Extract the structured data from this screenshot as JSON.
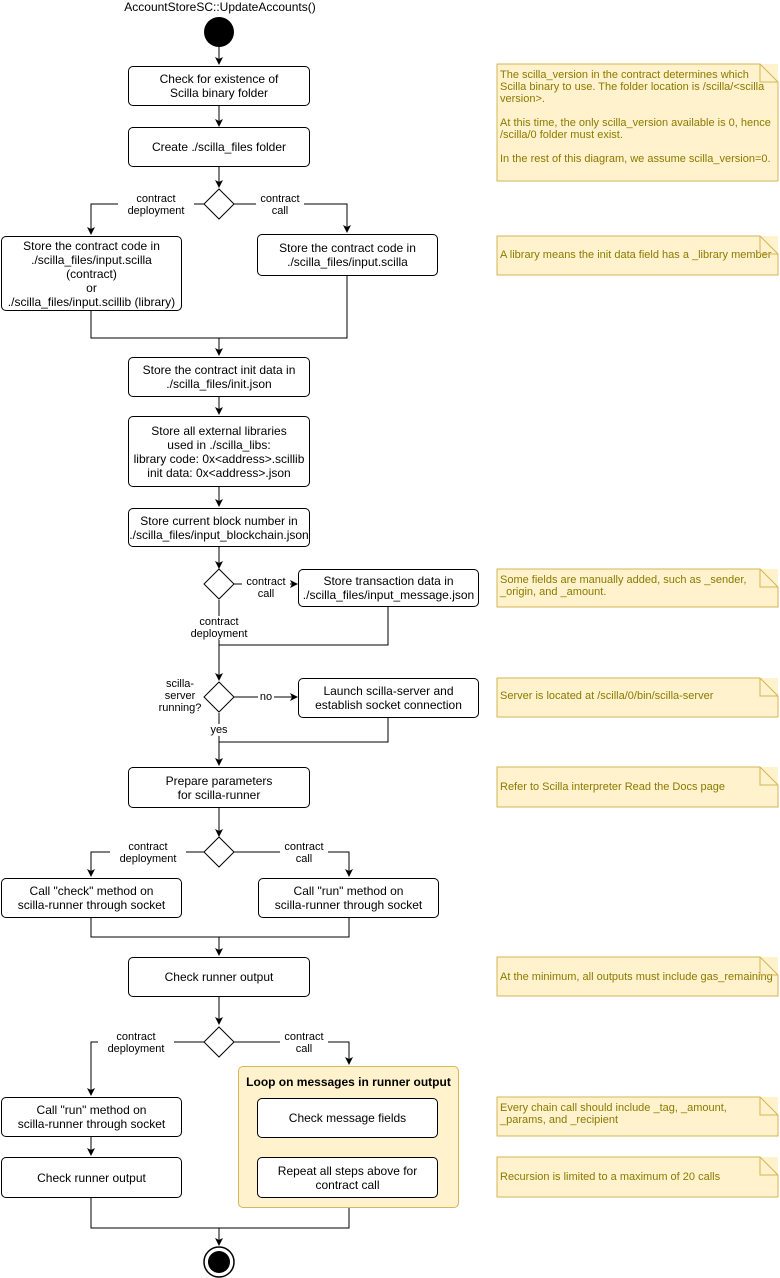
{
  "title": "AccountStoreSC::UpdateAccounts()",
  "steps": {
    "check_folder": "Check for existence of Scilla binary folder",
    "create_folder": "Create ./scilla_files folder",
    "store_code_deploy": "Store the contract code in\n./scilla_files/input.scilla (contract)\nor\n./scilla_files/input.scillib (library)",
    "store_code_call": "Store the contract code in\n./scilla_files/input.scilla",
    "store_init": "Store the contract init data in\n./scilla_files/init.json",
    "store_libs": "Store all external libraries\nused in ./scilla_libs:\nlibrary code: 0x<address>.scillib\ninit data: 0x<address>.json",
    "store_block": "Store current block number in\n./scilla_files/input_blockchain.json",
    "store_tx": "Store transaction data in\n./scilla_files/input_message.json",
    "launch_server": "Launch scilla-server and\nestablish socket connection",
    "prepare_params": "Prepare parameters\nfor scilla-runner",
    "call_check": "Call \"check\" method on\nscilla-runner through socket",
    "call_run": "Call \"run\" method on\nscilla-runner through socket",
    "check_output": "Check runner output",
    "call_run_2": "Call \"run\" method on\nscilla-runner through socket",
    "check_output_2": "Check runner output",
    "check_msg_fields": "Check message fields",
    "repeat_steps": "Repeat all steps above for\ncontract call"
  },
  "loop": {
    "title": "Loop on messages in runner output"
  },
  "labels": {
    "d1_left": "contract\ndeployment",
    "d1_right": "contract\ncall",
    "d2_right": "contract\ncall",
    "d2_bottom": "contract\ndeployment",
    "d3_left": "scilla-\nserver\nrunning?",
    "d3_no": "no",
    "d3_yes": "yes",
    "d4_left": "contract\ndeployment",
    "d4_right": "contract\ncall",
    "d5_left": "contract\ndeployment",
    "d5_right": "contract\ncall"
  },
  "notes": {
    "n1": "The scilla_version in the contract determines which Scilla binary to use. The folder location is /scilla/<scilla version>.\n\nAt this time, the only scilla_version available is 0, hence /scilla/0 folder must exist.\n\nIn the rest of this diagram, we assume scilla_version=0.",
    "n2": "A library means the init data field has a _library member",
    "n3": "Some fields are manually added, such as _sender, _origin, and _amount.",
    "n4": "Server is located at /scilla/0/bin/scilla-server",
    "n5": "Refer to Scilla interpreter Read the Docs page",
    "n6": "At the minimum, all outputs must include gas_remaining",
    "n7": "Every chain call should include _tag, _amount, _params, and _recipient",
    "n8": "Recursion is limited to a maximum of 20 calls"
  },
  "colors": {
    "note_fill": "#fff2cc",
    "note_text": "#8c7a00",
    "note_border": "#d6b656"
  }
}
